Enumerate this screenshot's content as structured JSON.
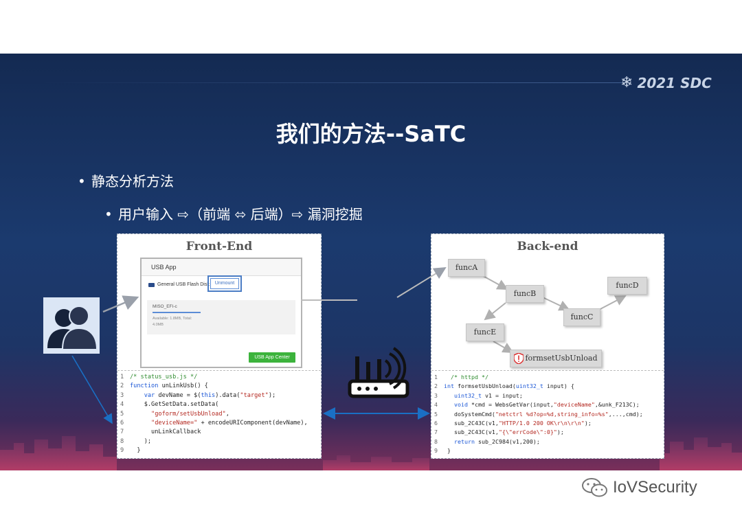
{
  "brand": {
    "label": "2021 SDC"
  },
  "title": "我们的方法--SaTC",
  "bullets": {
    "level1": "静态分析方法",
    "level2": "用户输入 ⇨（前端 ⬄ 后端）⇨ 漏洞挖掘",
    "dot": "•"
  },
  "frontend": {
    "title": "Front-End",
    "usb_app": {
      "header": "USB App",
      "disk_label": "General USB Flash Disk",
      "unmount_label": "Unmount",
      "volume_name": "MISO_EFI-c",
      "available": "Available: 1.8MB, Total:",
      "size": "4.0MB",
      "app_center_label": "USB App Center"
    },
    "code": [
      {
        "n": "1",
        "t": "/* status_usb.js */"
      },
      {
        "n": "2",
        "t": "function unLinkUsb() {"
      },
      {
        "n": "3",
        "t": "    var devName = $(this).data(\"target\");"
      },
      {
        "n": "4",
        "t": "    $.GetSetData.setData("
      },
      {
        "n": "5",
        "t": "      \"goform/setUsbUnload\","
      },
      {
        "n": "6",
        "t": "      \"deviceName=\" + encodeURIComponent(devName),"
      },
      {
        "n": "7",
        "t": "      unLinkCallback"
      },
      {
        "n": "8",
        "t": "    );"
      },
      {
        "n": "9",
        "t": "  }"
      }
    ]
  },
  "backend": {
    "title": "Back-end",
    "nodes": {
      "funcA": "funcA",
      "funcB": "funcB",
      "funcC": "funcC",
      "funcD": "funcD",
      "funcE": "funcE",
      "sink": "formsetUsbUnload"
    },
    "code": [
      {
        "n": "1",
        "t": "  /* httpd */"
      },
      {
        "n": "2",
        "t": "int formsetUsbUnload(uint32_t input) {"
      },
      {
        "n": "3",
        "t": "   uint32_t v1 = input;"
      },
      {
        "n": "4",
        "t": "   void *cmd = WebsGetVar(input,\"deviceName\",&unk_F213C);"
      },
      {
        "n": "5",
        "t": "   doSystemCmd(\"netctrl %d?op=%d,string_info=%s\",...,cmd);"
      },
      {
        "n": "6",
        "t": "   sub_2C43C(v1,\"HTTP/1.0 200 OK\\r\\n\\r\\n\");"
      },
      {
        "n": "7",
        "t": "   sub_2C43C(v1,\"{\\\"errCode\\\":0}\");"
      },
      {
        "n": "8",
        "t": "   return sub_2C984(v1,200);"
      },
      {
        "n": "9",
        "t": " }"
      }
    ]
  },
  "icons": {
    "users": "users-icon",
    "router": "router-icon",
    "snowflake": "snowflake-icon",
    "warning": "warning-shield-icon",
    "wechat": "wechat-icon"
  },
  "watermark": {
    "text": "IoVSecurity"
  },
  "colors": {
    "background": "#1b3a6e",
    "arrow_blue": "#1a6fc4",
    "code_keyword": "#1a56d6",
    "code_string": "#b3261e",
    "code_comment": "#2e8b2e"
  }
}
